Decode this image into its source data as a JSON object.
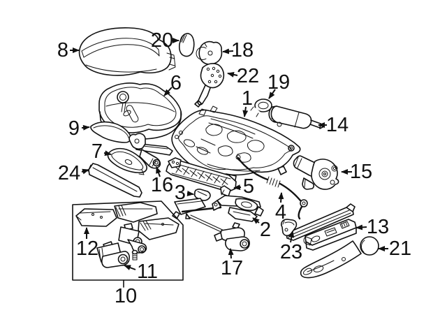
{
  "diagram": {
    "type": "exploded-parts-diagram",
    "description": "vehicle front seat components exploded view",
    "background_color": "#ffffff",
    "line_color": "#111111",
    "callouts": [
      "1",
      "2",
      "3",
      "4",
      "5",
      "6",
      "7",
      "8",
      "9",
      "10",
      "11",
      "12",
      "13",
      "14",
      "15",
      "16",
      "17",
      "18",
      "19",
      "20",
      "21",
      "22",
      "23",
      "24"
    ],
    "grouped_box": {
      "box_label_number": "10",
      "contained_numbers": [
        "12",
        "11"
      ]
    }
  }
}
